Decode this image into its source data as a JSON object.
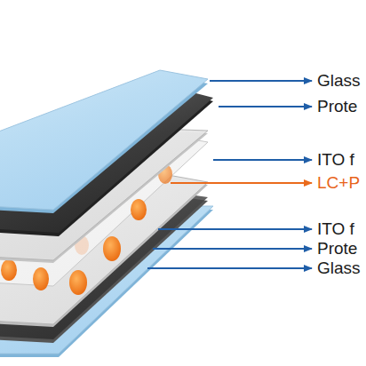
{
  "diagram": {
    "labels": [
      "Glass",
      "Prote",
      "ITO f",
      "LC+P",
      "ITO f",
      "Prote",
      "Glass"
    ]
  }
}
